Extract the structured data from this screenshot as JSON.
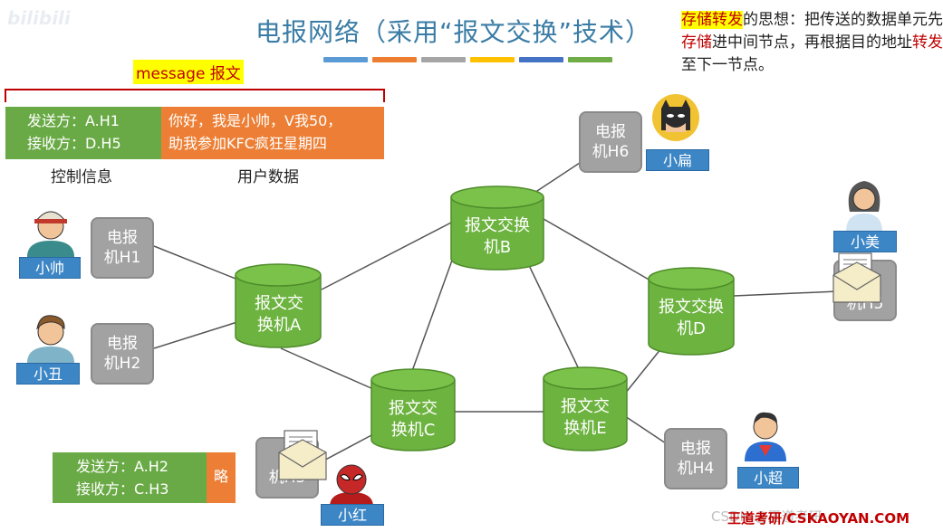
{
  "header": {
    "title": "电报网络（采用“报文交换”技术）",
    "bar_colors": [
      "#5b9bd5",
      "#ed7d31",
      "#a5a5a5",
      "#ffc000",
      "#4472c4",
      "#70ad47"
    ]
  },
  "description": {
    "highlight": "存储转发",
    "part1": "的思想：把传送的数据单元先",
    "red1": "存储",
    "part2": "进中间节点，再根据目的地址",
    "red2": "转发",
    "part3": "至下一节点。"
  },
  "logo_text": "bilibili",
  "message": {
    "label": "message 报文",
    "control": {
      "line1": "发送方：A.H1",
      "line2": "接收方：D.H5",
      "caption": "控制信息"
    },
    "user": {
      "line1": "你好，我是小帅，V我50，",
      "line2": "助我参加KFC疯狂星期四",
      "caption": "用户数据"
    }
  },
  "message2": {
    "line1": "发送方：A.H2",
    "line2": "接收方：C.H3",
    "omitted": "略"
  },
  "switches": {
    "A": {
      "line1": "报文交",
      "line2": "换机A"
    },
    "B": {
      "line1": "报文交换",
      "line2": "机B"
    },
    "C": {
      "line1": "报文交",
      "line2": "换机C"
    },
    "D": {
      "line1": "报文交换",
      "line2": "机D"
    },
    "E": {
      "line1": "报文交",
      "line2": "换机E"
    }
  },
  "hosts": {
    "H1": {
      "line1": "电报",
      "line2": "机H1"
    },
    "H2": {
      "line1": "电报",
      "line2": "机H2"
    },
    "H3": {
      "line1": "电",
      "line2": "机H3"
    },
    "H4": {
      "line1": "电报",
      "line2": "机H4"
    },
    "H5": {
      "line1": "",
      "line2": "机H5"
    },
    "H6": {
      "line1": "电报",
      "line2": "机H6"
    }
  },
  "people": {
    "xiaoshuai": "小帅",
    "xiaochou": "小丑",
    "xiaobian": "小扁",
    "xiaomei": "小美",
    "xiaochao": "小超",
    "xiaohong": "小红"
  },
  "footer": {
    "watermark": "CSDN @王道考研",
    "site": "王道考研/CSKAOYAN.COM"
  },
  "colors": {
    "switch_fill": "#6db33f",
    "switch_dark": "#4e8c2a",
    "host_gray": "#a2a2a2",
    "tag_blue": "#3c86c6",
    "accent_red": "#c00000"
  }
}
